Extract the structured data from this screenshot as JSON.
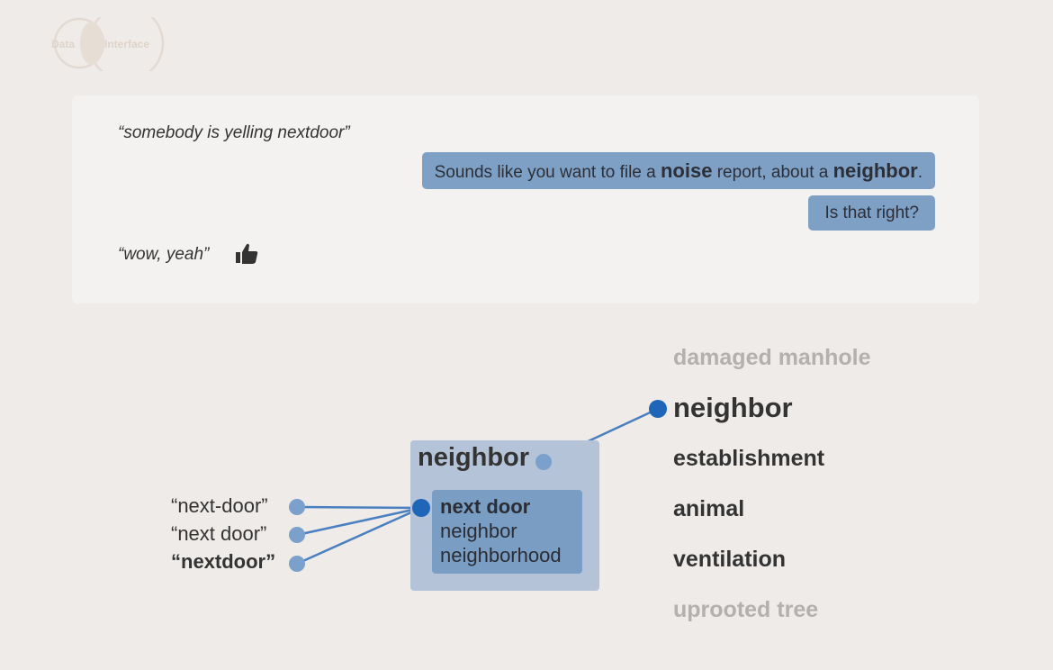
{
  "logo": {
    "left_word": "Data",
    "right_word": "Interface"
  },
  "dialog": {
    "user_utterance_1": "“somebody is yelling nextdoor”",
    "bot_reply_parts": [
      {
        "text": "Sounds like you want to file a ",
        "bold": false
      },
      {
        "text": "noise",
        "bold": true
      },
      {
        "text": " report, about a ",
        "bold": false
      },
      {
        "text": "neighbor",
        "bold": true
      },
      {
        "text": ".",
        "bold": false
      }
    ],
    "bot_question": "Is that right?",
    "user_utterance_2": "“wow, yeah”",
    "feedback_icon": "thumbs-up-icon"
  },
  "diagram": {
    "aliases": [
      "“next-door”",
      "“next door”",
      "“nextdoor”"
    ],
    "concept": "neighbor",
    "synonyms": [
      "next door",
      "neighbor",
      "neighborhood"
    ],
    "candidates": [
      "damaged manhole",
      "neighbor",
      "establishment",
      "animal",
      "ventilation",
      "uprooted tree"
    ],
    "selected_candidate": "neighbor",
    "colors": {
      "link": "#4a7fc0",
      "node_dark": "#1f66b8",
      "node_light": "#7aa0cb"
    }
  }
}
